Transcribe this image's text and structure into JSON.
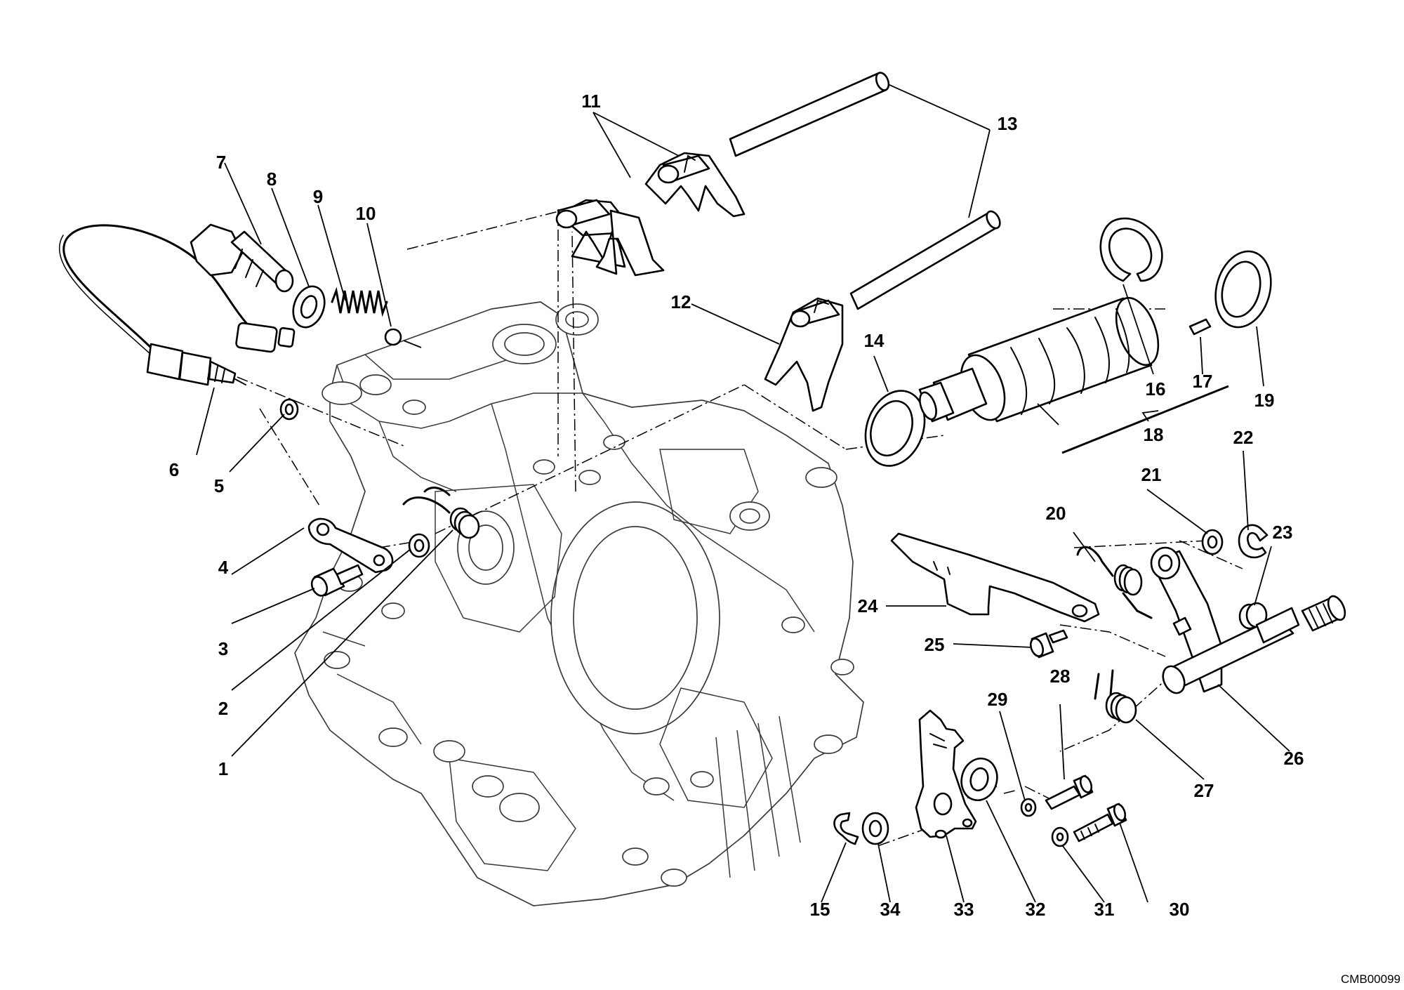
{
  "callouts": {
    "c1": "1",
    "c2": "2",
    "c3": "3",
    "c4": "4",
    "c5": "5",
    "c6": "6",
    "c7": "7",
    "c8": "8",
    "c9": "9",
    "c10": "10",
    "c11": "11",
    "c12": "12",
    "c13": "13",
    "c14": "14",
    "c15": "15",
    "c16": "16",
    "c17": "17",
    "c18": "18",
    "c19": "19",
    "c20": "20",
    "c21": "21",
    "c22": "22",
    "c23": "23",
    "c24": "24",
    "c25": "25",
    "c26": "26",
    "c27": "27",
    "c28": "28",
    "c29": "29",
    "c30": "30",
    "c31": "31",
    "c32": "32",
    "c33": "33",
    "c34": "34"
  },
  "drawing_code": "CMB00099"
}
